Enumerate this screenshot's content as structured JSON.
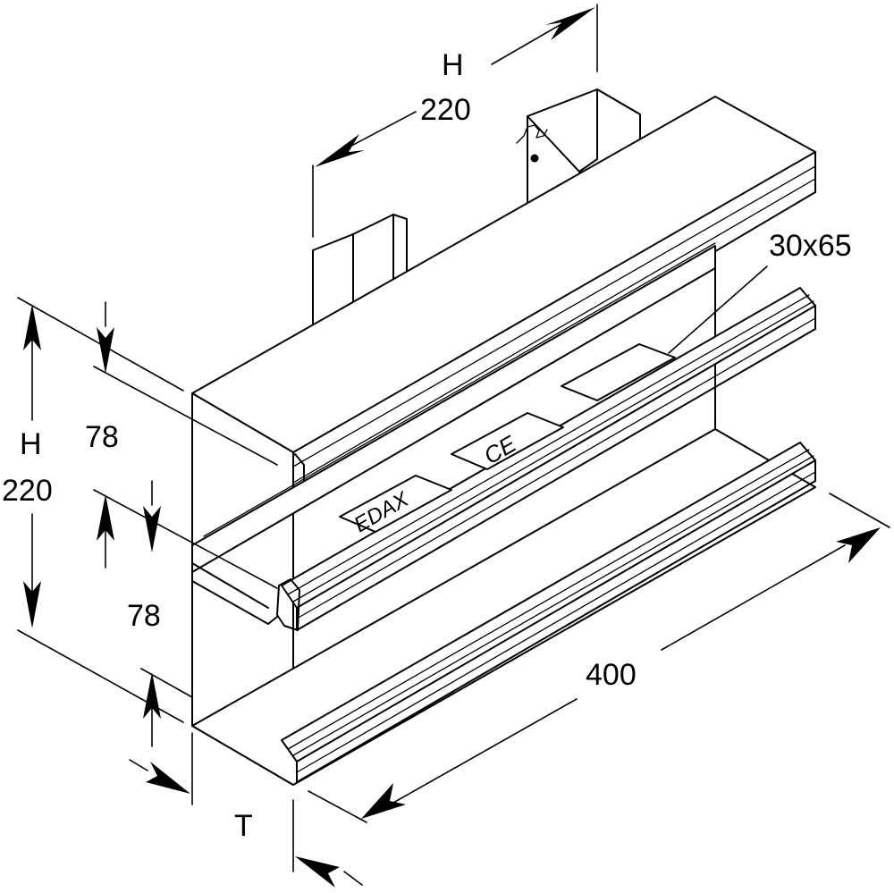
{
  "dimensions": {
    "top_height_letter": "H",
    "top_height_value": "220",
    "left_height_letter": "H",
    "left_height_value": "220",
    "upper_compartment": "78",
    "lower_compartment": "78",
    "cutout": "30x65",
    "length": "400",
    "depth": "T"
  },
  "embossing": {
    "brand": "EDAX",
    "mark": "CE"
  }
}
